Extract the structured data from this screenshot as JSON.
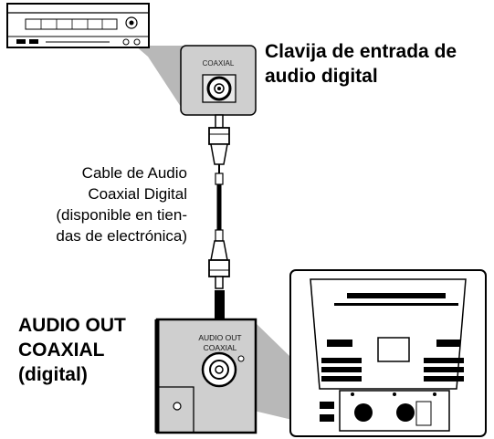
{
  "receiver_heading": {
    "line1": "Clavija de entrada de",
    "line2": "audio digital"
  },
  "receiver_jack_label": "COAXIAL",
  "cable_caption": {
    "line1": "Cable de Audio",
    "line2": "Coaxial Digital",
    "line3": "(disponible en tien-",
    "line4": "das de electrónica)"
  },
  "tv_heading": {
    "line1": "AUDIO OUT",
    "line2": "COAXIAL",
    "line3": "(digital)"
  },
  "tv_jack_label": {
    "line1": "AUDIO OUT",
    "line2": "COAXIAL"
  },
  "colors": {
    "callout_gray": "#b8b8b8",
    "panel_gray": "#cfcfcf",
    "line": "#000000"
  }
}
